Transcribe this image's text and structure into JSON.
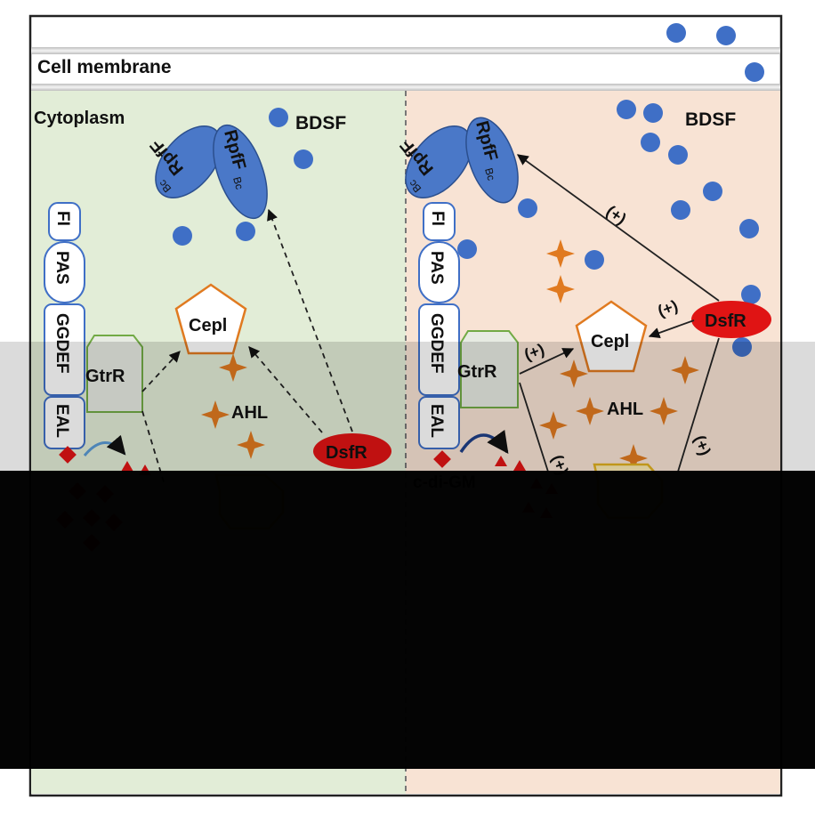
{
  "membrane": {
    "label": "Cell membrane"
  },
  "left_panel": {
    "compartment_label": "Cytoplasm",
    "bdsf_label": "BDSF",
    "rpff_label": "RpfF",
    "rpff_subscript": "Bc",
    "domains": [
      "FI",
      "PAS",
      "GGDEF",
      "EAL"
    ],
    "gtrr_label": "GtrR",
    "cepl_label": "Cepl",
    "ahl_label": "AHL",
    "dsfr_label": "DsfR"
  },
  "right_panel": {
    "bdsf_label": "BDSF",
    "rpff_label": "RpfF",
    "rpff_subscript": "Bc",
    "domains": [
      "FI",
      "PAS",
      "GGDEF",
      "EAL"
    ],
    "gtrr_label": "GtrR",
    "cepl_label": "Cepl",
    "ahl_label": "AHL",
    "dsfr_label": "DsfR",
    "cdig_label": "c-di-GM",
    "plus_label": "(+)"
  },
  "colors": {
    "left_bg": "#e2edd7",
    "right_bg": "#f8e3d4",
    "blue": "#3f6fc6",
    "red": "#e01414",
    "orange": "#e07a20",
    "green_border": "#72aa45"
  }
}
